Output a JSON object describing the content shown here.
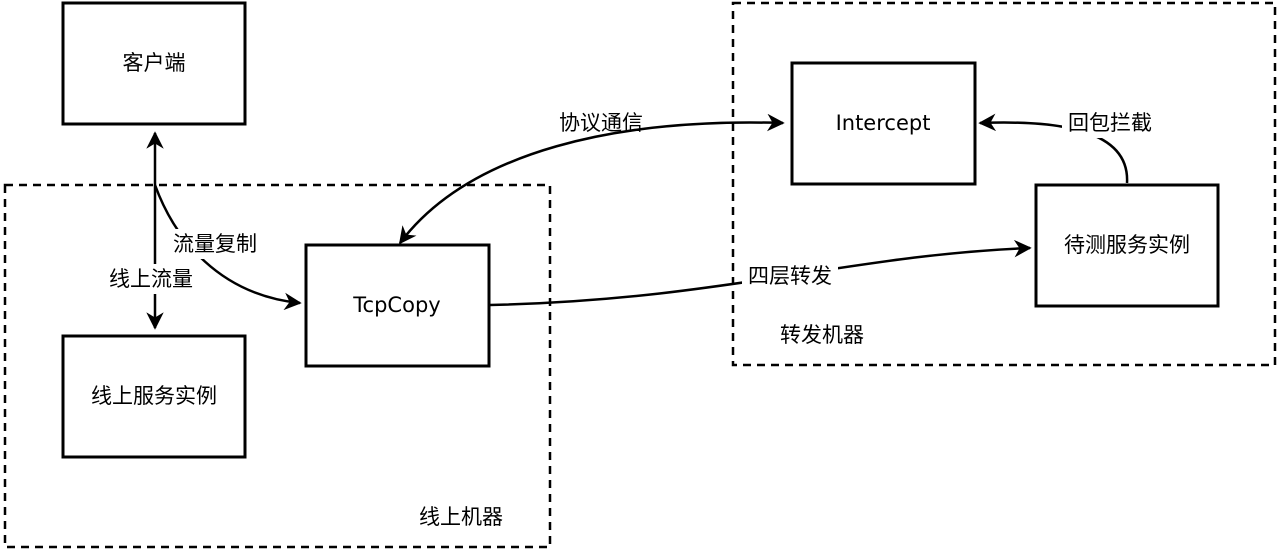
{
  "nodes": {
    "client": "客户端",
    "online_service": "线上服务实例",
    "tcpcopy": "TcpCopy",
    "intercept": "Intercept",
    "test_service": "待测服务实例"
  },
  "groups": {
    "online_machine": "线上机器",
    "forward_machine": "转发机器"
  },
  "edges": {
    "online_traffic": "线上流量",
    "traffic_copy": "流量复制",
    "protocol_comm": "协议通信",
    "l4_forward": "四层转发",
    "response_intercept": "回包拦截"
  }
}
